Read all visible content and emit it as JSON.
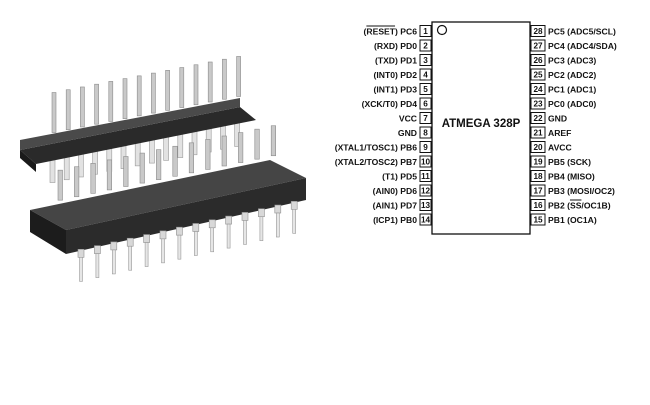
{
  "chip": {
    "name": "ATMEGA 328P",
    "left_pins": [
      {
        "num": "1",
        "label": "(RESET) PC6",
        "overline": "RESET"
      },
      {
        "num": "2",
        "label": "(RXD) PD0"
      },
      {
        "num": "3",
        "label": "(TXD) PD1"
      },
      {
        "num": "4",
        "label": "(INT0) PD2"
      },
      {
        "num": "5",
        "label": "(INT1) PD3"
      },
      {
        "num": "6",
        "label": "(XCK/T0) PD4"
      },
      {
        "num": "7",
        "label": "VCC"
      },
      {
        "num": "8",
        "label": "GND"
      },
      {
        "num": "9",
        "label": "(XTAL1/TOSC1) PB6"
      },
      {
        "num": "10",
        "label": "(XTAL2/TOSC2) PB7"
      },
      {
        "num": "11",
        "label": "(T1) PD5"
      },
      {
        "num": "12",
        "label": "(AIN0) PD6"
      },
      {
        "num": "13",
        "label": "(AIN1) PD7"
      },
      {
        "num": "14",
        "label": "(ICP1) PB0"
      }
    ],
    "right_pins": [
      {
        "num": "28",
        "label": "PC5 (ADC5/SCL)"
      },
      {
        "num": "27",
        "label": "PC4 (ADC4/SDA)"
      },
      {
        "num": "26",
        "label": "PC3 (ADC3)"
      },
      {
        "num": "25",
        "label": "PC2 (ADC2)"
      },
      {
        "num": "24",
        "label": "PC1 (ADC1)"
      },
      {
        "num": "23",
        "label": "PC0 (ADC0)"
      },
      {
        "num": "22",
        "label": "GND"
      },
      {
        "num": "21",
        "label": "AREF"
      },
      {
        "num": "20",
        "label": "AVCC"
      },
      {
        "num": "19",
        "label": "PB5 (SCK)"
      },
      {
        "num": "18",
        "label": "PB4 (MISO)"
      },
      {
        "num": "17",
        "label": "PB3 (MOSI/OC2)"
      },
      {
        "num": "16",
        "label": "PB2 (SS/OC1B)",
        "overline": "SS"
      },
      {
        "num": "15",
        "label": "PB1 (OC1A)"
      }
    ]
  },
  "colors": {
    "ink": "#111111",
    "chip_body": "#2b2b2b",
    "chip_body_light": "#555555",
    "pin_metal": "#c9c9c9"
  },
  "icons": {
    "pin1_marker": "circle-icon",
    "photo": "dip28-ic-photo"
  }
}
